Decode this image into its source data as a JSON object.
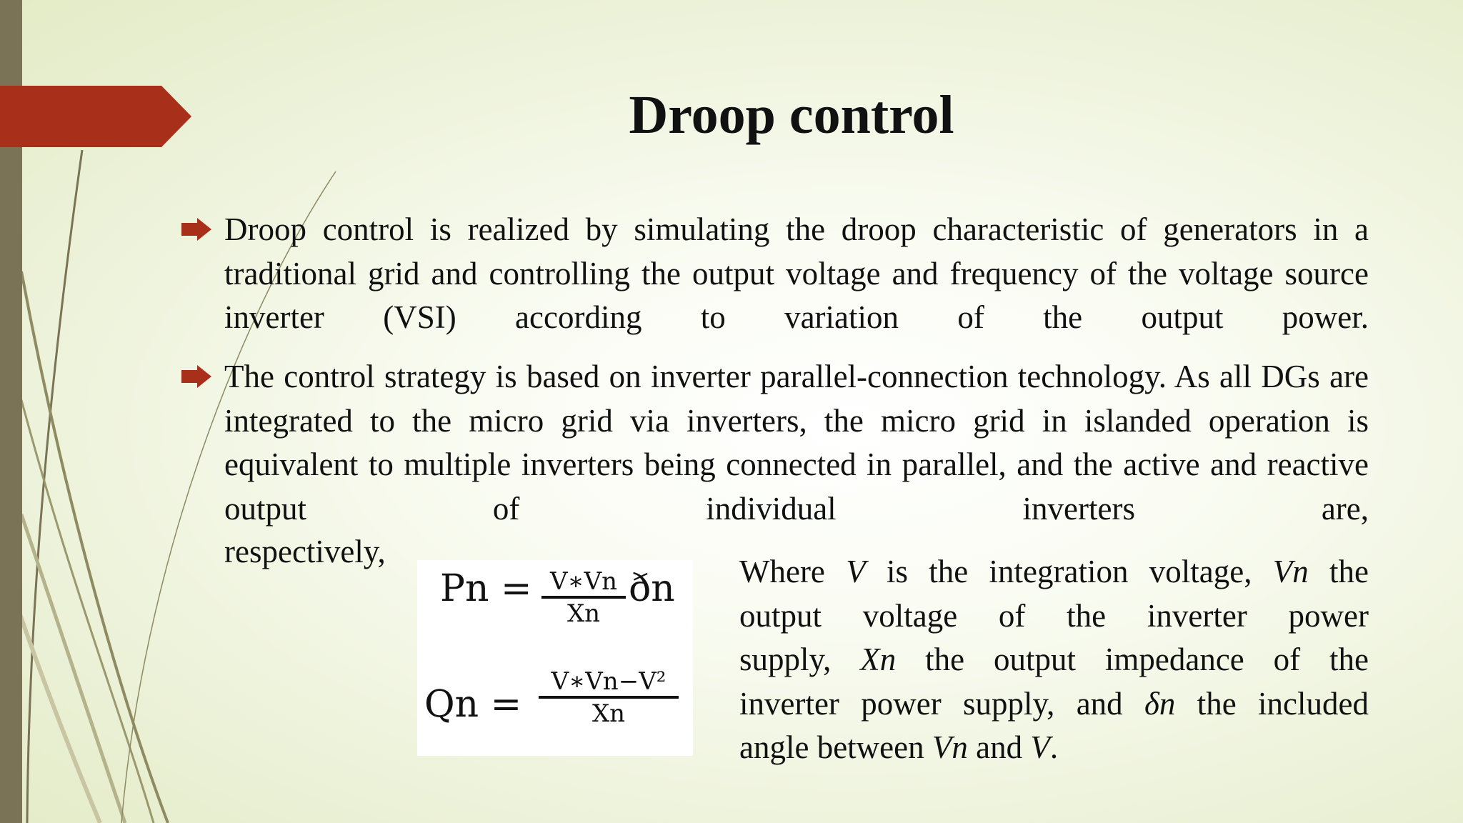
{
  "slide": {
    "title": "Droop control",
    "bullets": [
      {
        "text": "Droop control is realized by simulating the droop characteristic of generators in a traditional grid and controlling the output voltage and frequency of the voltage source inverter (VSI) according to variation of the output power."
      },
      {
        "text": "The control strategy is based on inverter parallel-connection technology. As all DGs are integrated to the micro grid via inverters, the micro grid in islanded operation is equivalent to multiple inverters being connected in parallel, and the active and reactive output of individual inverters are,"
      }
    ],
    "respectively": "respectively,",
    "equations": {
      "pn": {
        "lhs": "Pn =",
        "numerator": "V∗Vn",
        "denominator": "Xn",
        "tail": "ðn"
      },
      "qn": {
        "lhs": "Qn =",
        "numerator": "V∗Vn−V²",
        "denominator": "Xn"
      }
    },
    "where_lines": [
      "Where V is the integration voltage, Vn the",
      "output voltage of the inverter power",
      "supply, Xn the output impedance of the",
      "inverter power supply, and δn the included",
      "angle between Vn and V."
    ]
  },
  "colors": {
    "accent_red": "#a8301a",
    "side_bar": "#7a7355",
    "bullet_arrow": "#a8301a"
  }
}
